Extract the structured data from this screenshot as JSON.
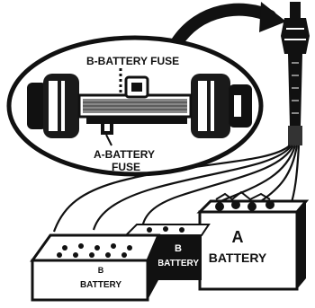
{
  "labels": {
    "b_battery_fuse": "B-BATTERY FUSE",
    "a_battery_fuse_line1": "A-BATTERY",
    "a_battery_fuse_line2": "FUSE",
    "battery_a_letter": "A",
    "battery_a_word": "BATTERY",
    "battery_b_mid_letter": "B",
    "battery_b_mid_word": "BATTERY",
    "battery_b_left_letter": "B",
    "battery_b_left_word": "BATTERY"
  },
  "colors": {
    "ink": "#111111",
    "paper": "#ffffff"
  }
}
